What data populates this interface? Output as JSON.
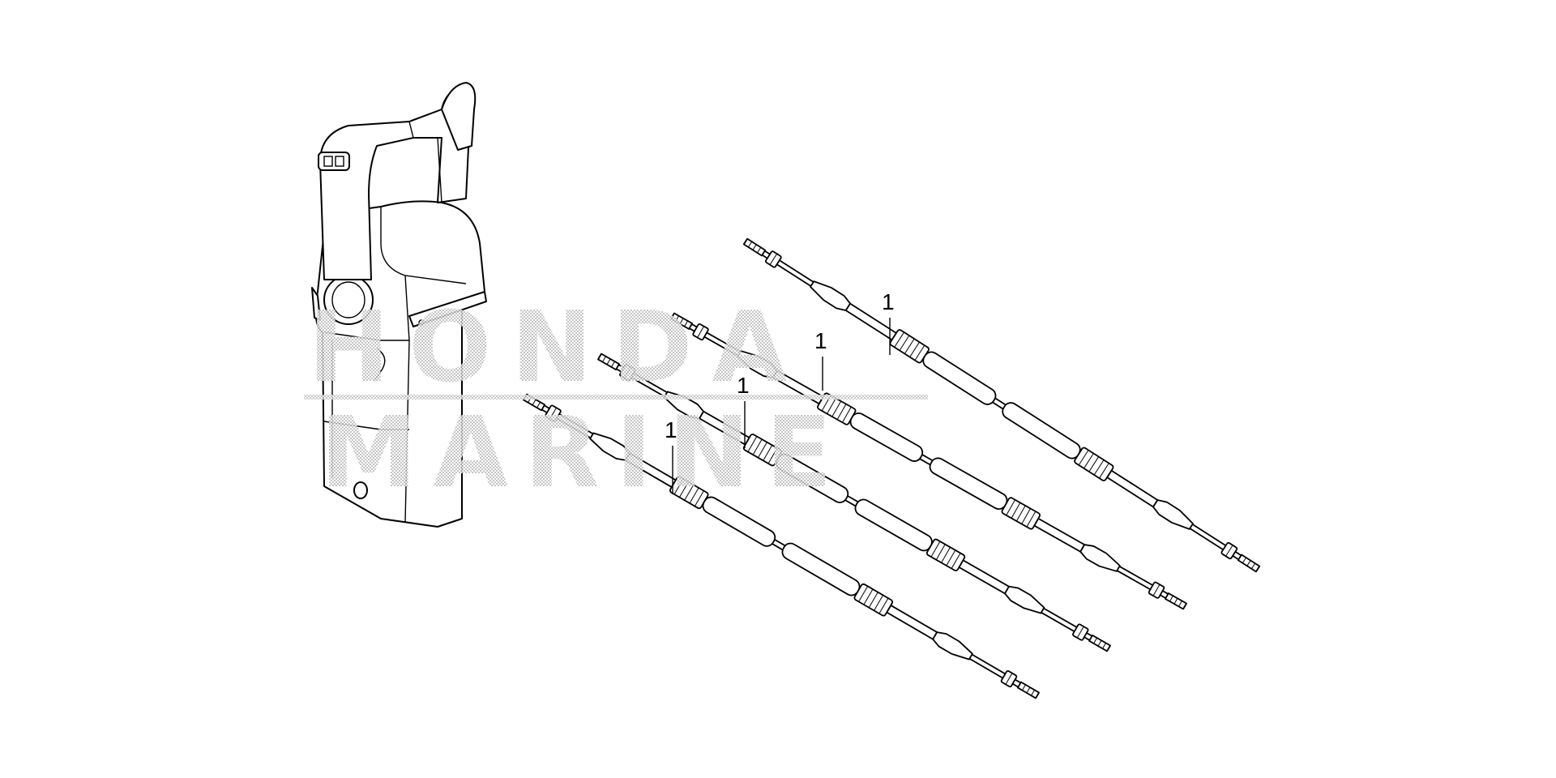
{
  "watermark": {
    "line1": "HONDA",
    "line2": "MARINE"
  },
  "callouts": [
    {
      "label": "1",
      "ref": "cable-1"
    },
    {
      "label": "1",
      "ref": "cable-2"
    },
    {
      "label": "1",
      "ref": "cable-3"
    },
    {
      "label": "1",
      "ref": "cable-4"
    }
  ],
  "colors": {
    "line": "#000000",
    "background": "#ffffff",
    "watermark": "#9a9a9a"
  }
}
